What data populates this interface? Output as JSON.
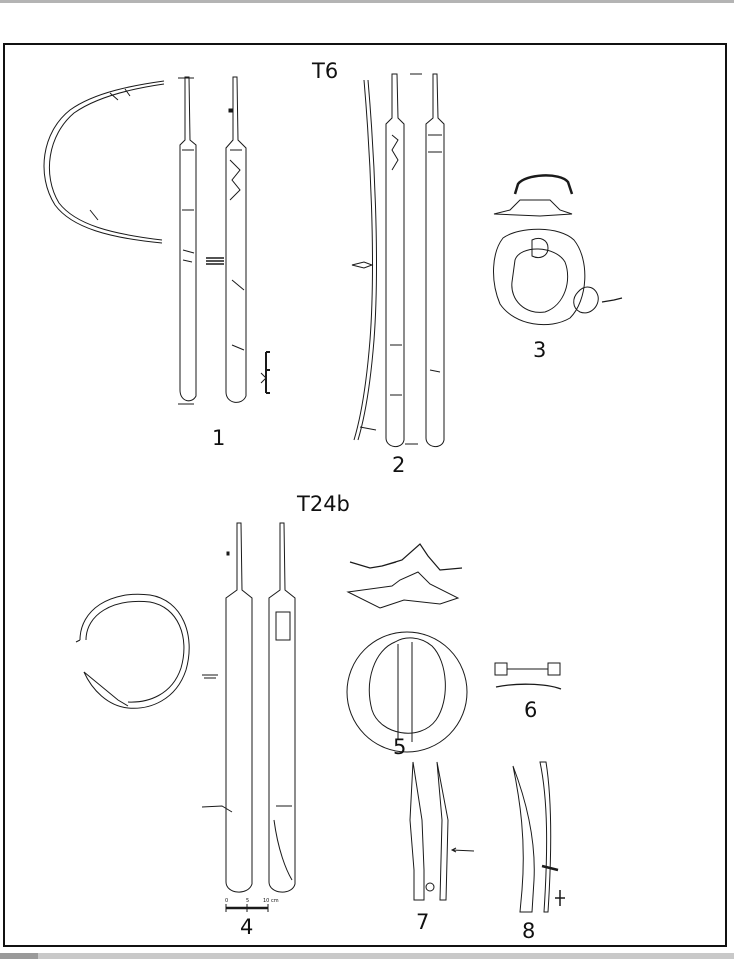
{
  "groups": [
    {
      "label": "T6"
    },
    {
      "label": "T24b"
    }
  ],
  "figure_numbers": [
    "1",
    "2",
    "3",
    "4",
    "5",
    "6",
    "7",
    "8"
  ],
  "scale_bars": [
    {
      "ticks": [
        "0",
        "5",
        "10 cm"
      ]
    }
  ],
  "colors": {
    "ink": "#1a1a1a",
    "frame": "#111111",
    "rule": "#b4b4b4"
  }
}
